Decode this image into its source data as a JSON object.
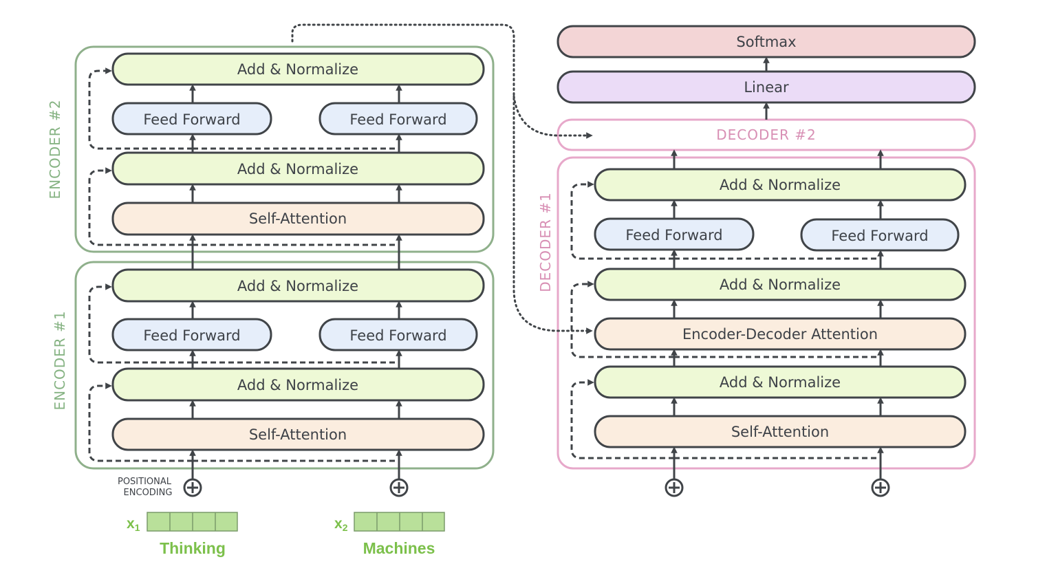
{
  "encoder": {
    "enc2_label": "ENCODER #2",
    "enc1_label": "ENCODER #1",
    "add_norm": "Add & Normalize",
    "feed_forward": "Feed Forward",
    "self_attention": "Self-Attention"
  },
  "decoder": {
    "dec2_label": "DECODER #2",
    "dec1_label": "DECODER #1",
    "add_norm": "Add & Normalize",
    "feed_forward": "Feed Forward",
    "enc_dec_attention": "Encoder-Decoder Attention",
    "self_attention": "Self-Attention"
  },
  "output": {
    "softmax": "Softmax",
    "linear": "Linear"
  },
  "inputs": {
    "positional_line1": "POSITIONAL",
    "positional_line2": "ENCODING",
    "x1": "x",
    "x1_sub": "1",
    "x2": "x",
    "x2_sub": "2",
    "word1": "Thinking",
    "word2": "Machines"
  },
  "colors": {
    "green_box": "#eef9d6",
    "blue_box": "#e6eefa",
    "peach_box": "#fbeddf",
    "purple_box": "#ebdcf7",
    "pink_box": "#f3d5d6",
    "encoder_border": "#8fb08b",
    "decoder_border": "#e7a8ca",
    "stroke": "#404448",
    "token_fill": "#b9e09a"
  }
}
